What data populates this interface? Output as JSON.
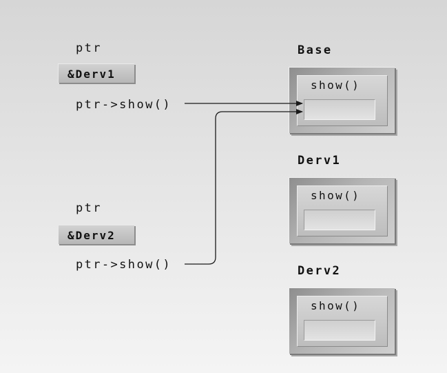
{
  "left": {
    "top": {
      "var_label": "ptr",
      "value": "&Derv1",
      "call": "ptr->show()"
    },
    "bottom": {
      "var_label": "ptr",
      "value": "&Derv2",
      "call": "ptr->show()"
    }
  },
  "classes": [
    {
      "name": "Base",
      "method": "show()"
    },
    {
      "name": "Derv1",
      "method": "show()"
    },
    {
      "name": "Derv2",
      "method": "show()"
    }
  ]
}
